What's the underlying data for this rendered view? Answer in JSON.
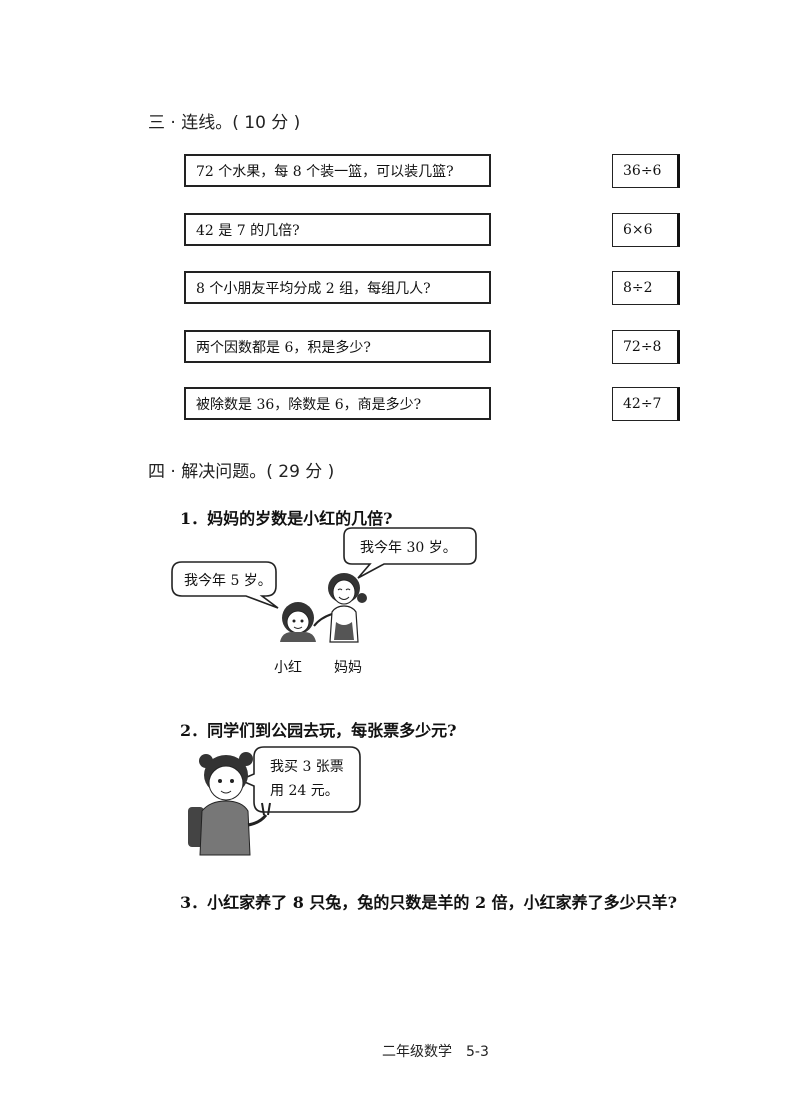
{
  "section3": {
    "heading": "三 · 连线。( 10 分 )",
    "questions": [
      "72 个水果，每 8 个装一篮，可以装几篮?",
      "42 是 7 的几倍?",
      "8 个小朋友平均分成 2 组，每组几人?",
      "两个因数都是 6，积是多少?",
      "被除数是 36，除数是 6，商是多少?"
    ],
    "answers": [
      "36÷6",
      "6×6",
      "8÷2",
      "72÷8",
      "42÷7"
    ]
  },
  "section4": {
    "heading": "四 · 解决问题。( 29 分 )",
    "problem1": {
      "text": "1．妈妈的岁数是小红的几倍?",
      "mom_bubble": "我今年 30 岁。",
      "girl_bubble": "我今年 5 岁。",
      "girl_name": "小红",
      "mom_name": "妈妈"
    },
    "problem2": {
      "text": "2．同学们到公园去玩，每张票多少元?",
      "bubble_line1": "我买 3 张票",
      "bubble_line2": "用 24 元。"
    },
    "problem3": {
      "text": "3．小红家养了 8 只兔，兔的只数是羊的 2 倍，小红家养了多少只羊?"
    }
  },
  "footer": "二年级数学　5-3"
}
